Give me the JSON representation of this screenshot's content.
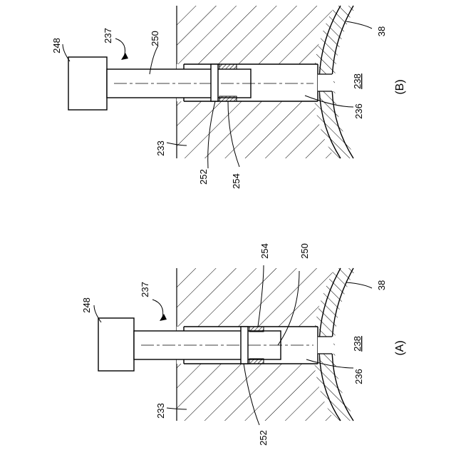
{
  "figure_b": {
    "title": "(B)",
    "labels": {
      "actuator": "248",
      "assembly": "237",
      "rod": "250",
      "body": "233",
      "seal_ring": "252",
      "seal": "254",
      "bore": "236",
      "chamber": "238",
      "wall": "38"
    }
  },
  "figure_a": {
    "title": "(A)",
    "labels": {
      "actuator": "248",
      "assembly": "237",
      "rod": "250",
      "body": "233",
      "seal_ring": "252",
      "seal": "254",
      "bore": "236",
      "chamber": "238",
      "wall": "38"
    }
  }
}
